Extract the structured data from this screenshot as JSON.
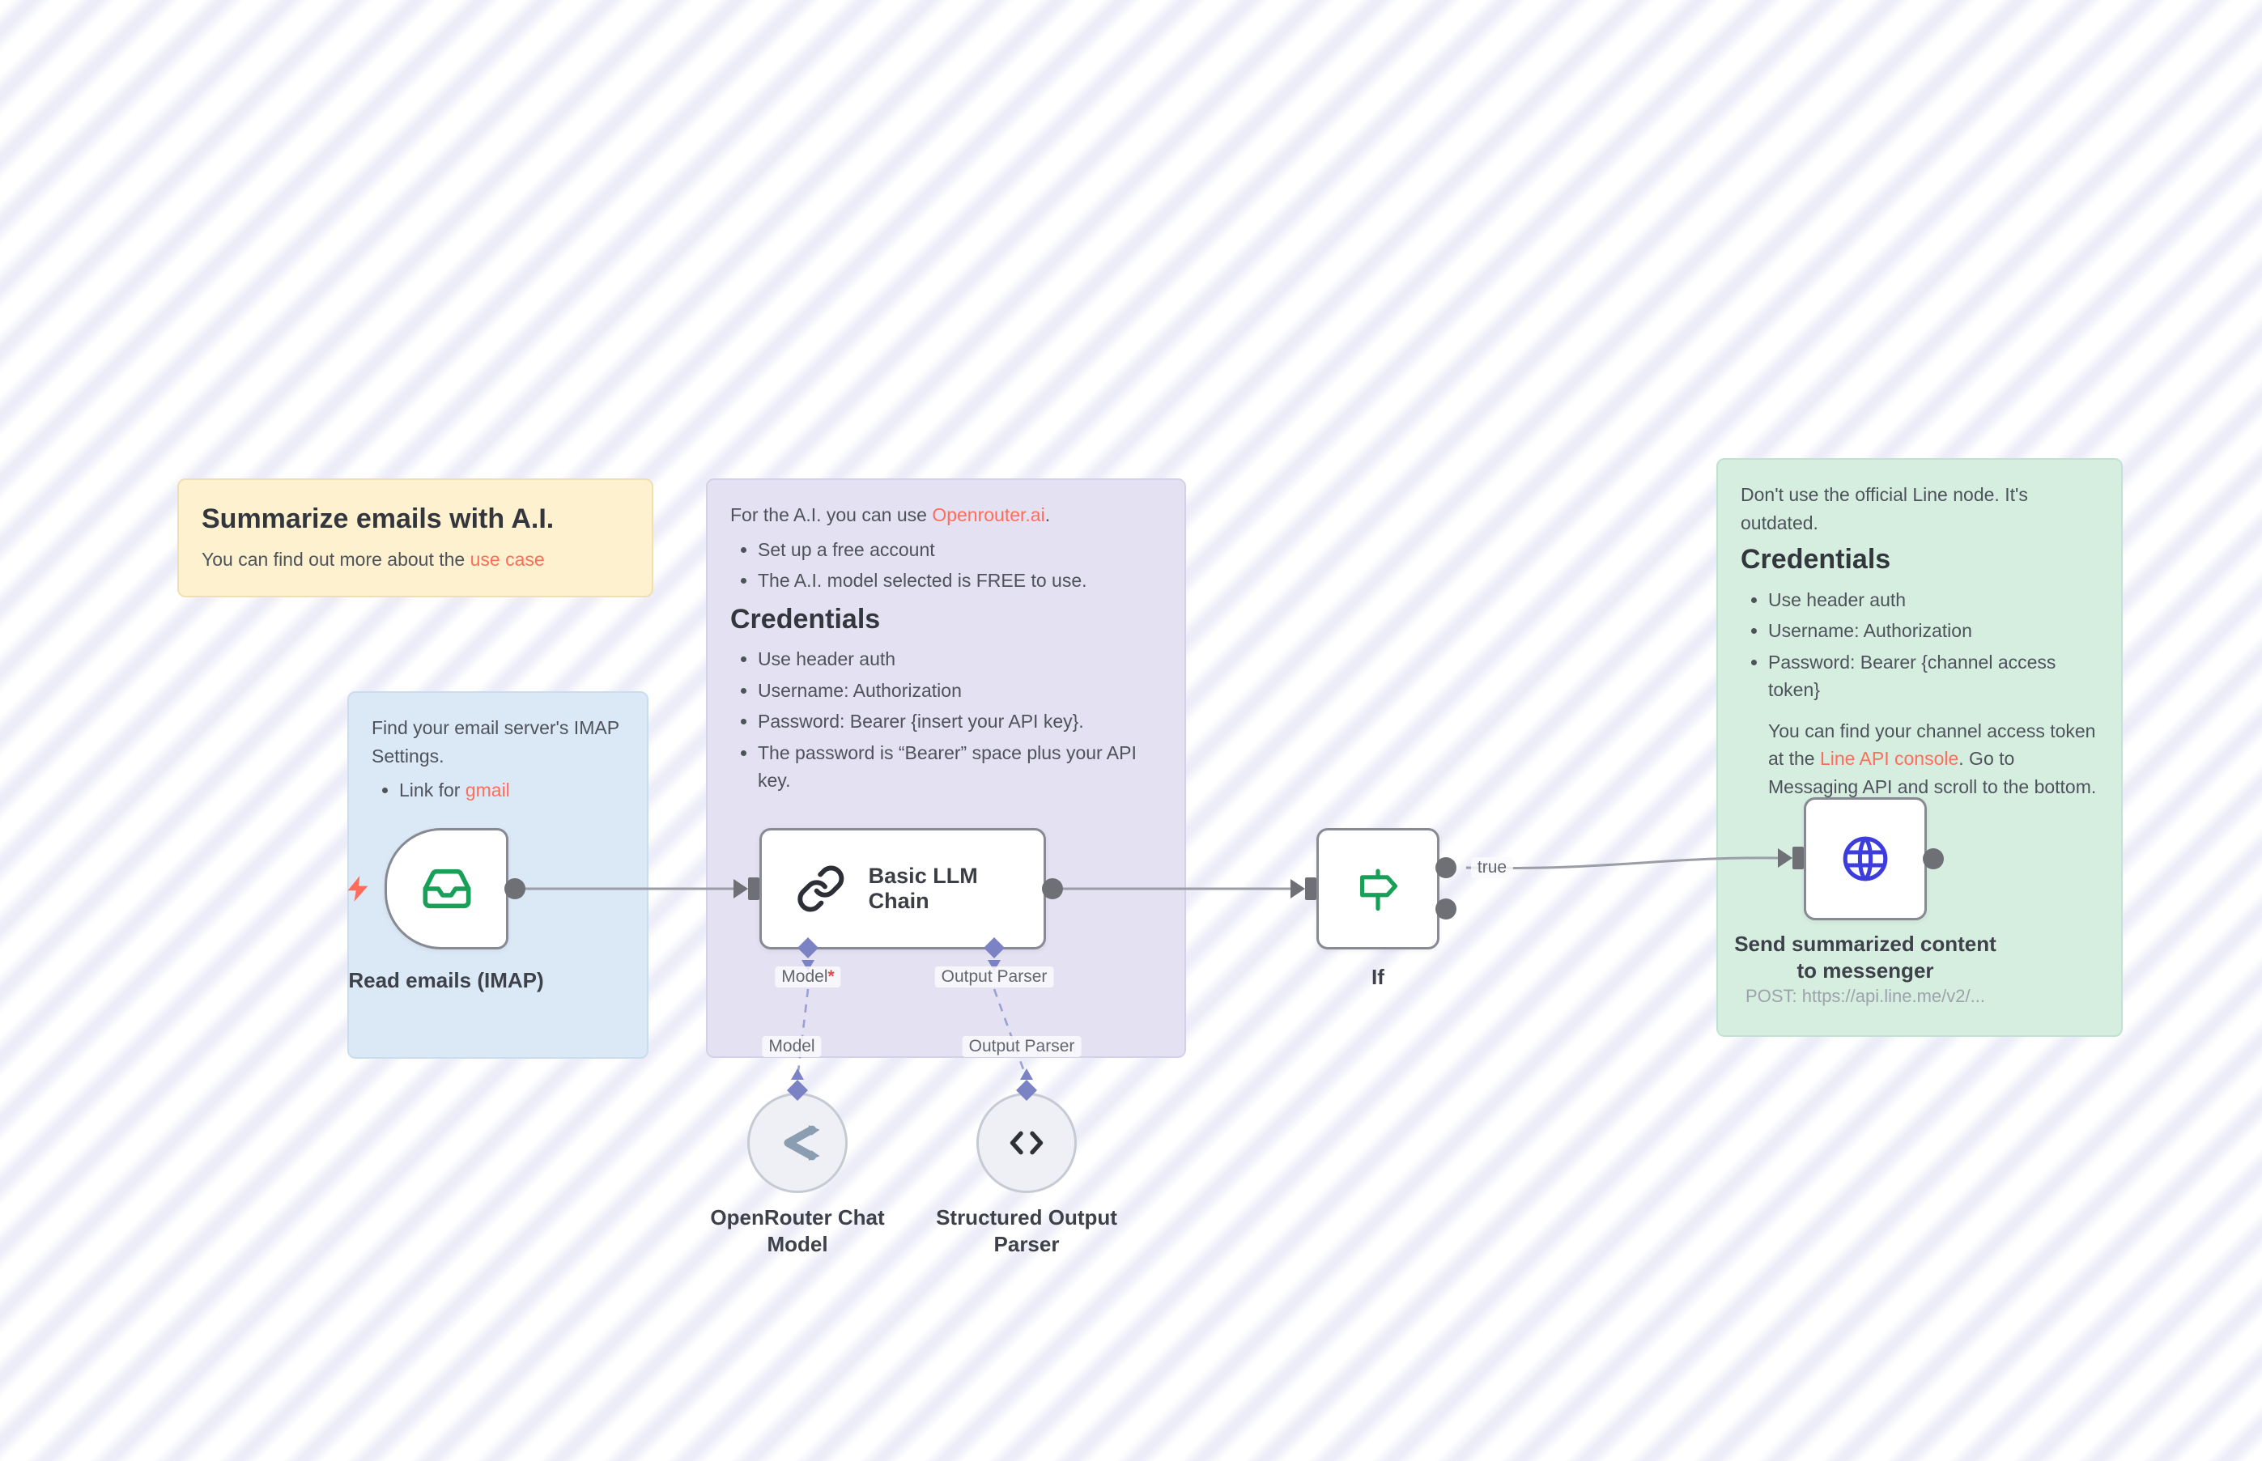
{
  "colors": {
    "link_accent": "#ff6d5a",
    "note_yellow": "#fdf1cf",
    "note_blue": "#dbe9f6",
    "note_purple": "#e4e1f2",
    "note_green": "#d5eee0",
    "wire_gray": "#9b9ea6",
    "connector_gray": "#6e7076",
    "port_diamond_purple": "#7b83c4",
    "icon_green": "#18a058",
    "icon_blue": "#3d3ddd",
    "trigger_bolt": "#ff6d5a"
  },
  "notes": {
    "yellow": {
      "title": "Summarize emails with A.I.",
      "body": "You can find out more about the ",
      "link": "use case"
    },
    "blue": {
      "body": "Find your email server's IMAP Settings.",
      "bullet": "Link for ",
      "link": "gmail"
    },
    "purple": {
      "intro": "For the A.I. you can use ",
      "link": "Openrouter.ai",
      "intro_end": ".",
      "bullets": [
        "Set up a free account",
        "The A.I. model selected is FREE to use."
      ],
      "heading": "Credentials",
      "cred_bullets": [
        "Use header auth",
        "Username: Authorization",
        "Password: Bearer {insert your API key}.",
        "The password is “Bearer” space plus your API key."
      ]
    },
    "green": {
      "intro": "Don't use the official Line node. It's outdated.",
      "heading": "Credentials",
      "bullets": [
        "Use header auth",
        "Username: Authorization",
        "Password: Bearer {channel access token}"
      ],
      "outro": "You can find your channel access token at the ",
      "link": "Line API console",
      "outro_end": ". Go to Messaging API and scroll to the bottom."
    }
  },
  "nodes": {
    "imap": {
      "label": "Read emails (IMAP)"
    },
    "llm": {
      "label": "Basic LLM Chain"
    },
    "if": {
      "label": "If",
      "true_label": "true"
    },
    "http": {
      "label": "Send summarized content to messenger",
      "subtitle": "POST: https://api.line.me/v2/..."
    },
    "openrouter": {
      "label": "OpenRouter Chat Model"
    },
    "parser": {
      "label": "Structured Output Parser"
    }
  },
  "ports": {
    "model": "Model",
    "model_required": "*",
    "output_parser": "Output Parser"
  }
}
